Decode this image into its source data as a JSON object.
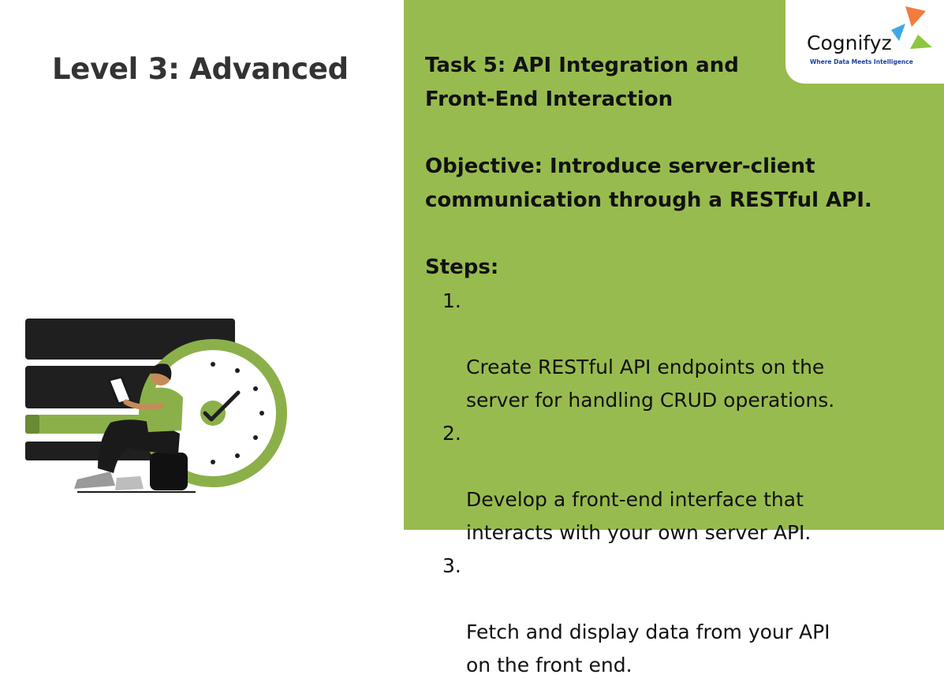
{
  "left": {
    "title": "Level 3: Advanced"
  },
  "logo": {
    "name": "Cognifyz",
    "tagline": "Where Data Meets Intelligence",
    "colors": {
      "orange": "#f37b3d",
      "blue": "#3fa7e6",
      "green": "#8cc63f"
    }
  },
  "task": {
    "title": "Task 5: API Integration and\nFront-End Interaction",
    "objective": "Objective: Introduce server-client\ncommunication through a RESTful API.",
    "steps_label": "Steps:",
    "steps": [
      {
        "num": "1.",
        "text": "Create RESTful API endpoints on the\nserver for handling CRUD operations."
      },
      {
        "num": "2.",
        "text": "Develop a front-end interface that\ninteracts with your own server API."
      },
      {
        "num": "3.",
        "text": "Fetch and display data from your API\non the front end."
      }
    ]
  },
  "colors": {
    "panel_green": "#98bb4f",
    "title_gray": "#333333",
    "illustration_dark": "#1f1f1f",
    "illustration_green": "#8bb04a"
  }
}
